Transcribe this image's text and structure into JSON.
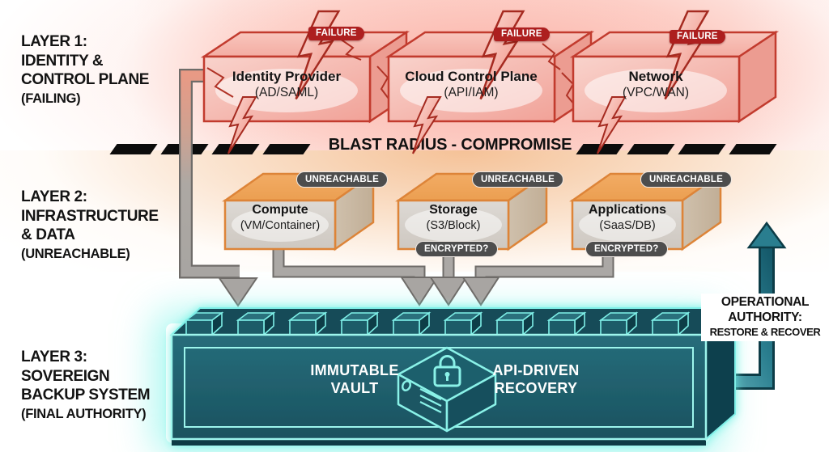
{
  "layers": [
    {
      "lines": [
        "LAYER 1:",
        "IDENTITY &",
        "CONTROL PLANE"
      ],
      "status": "(FAILING)"
    },
    {
      "lines": [
        "LAYER 2:",
        "INFRASTRUCTURE",
        "& DATA"
      ],
      "status": "(UNREACHABLE)"
    },
    {
      "lines": [
        "LAYER 3:",
        "SOVEREIGN",
        "BACKUP SYSTEM"
      ],
      "status": "(FINAL AUTHORITY)"
    }
  ],
  "layer1_boxes": [
    {
      "title": "Identity Provider",
      "subtitle": "(AD/SAML)",
      "badge": "FAILURE"
    },
    {
      "title": "Cloud Control Plane",
      "subtitle": "(API/IAM)",
      "badge": "FAILURE"
    },
    {
      "title": "Network",
      "subtitle": "(VPC/WAN)",
      "badge": "FAILURE"
    }
  ],
  "blast_line": {
    "label": "BLAST RADIUS - COMPROMISE"
  },
  "layer2_boxes": [
    {
      "title": "Compute",
      "subtitle": "(VM/Container)",
      "badge": "UNREACHABLE"
    },
    {
      "title": "Storage",
      "subtitle": "(S3/Block)",
      "badge": "UNREACHABLE",
      "encrypted_badge": "ENCRYPTED?"
    },
    {
      "title": "Applications",
      "subtitle": "(SaaS/DB)",
      "badge": "UNREACHABLE",
      "encrypted_badge": "ENCRYPTED?"
    }
  ],
  "vault": {
    "left_label": {
      "lines": [
        "IMMUTABLE",
        "VAULT"
      ]
    },
    "right_label": {
      "lines": [
        "API-DRIVEN",
        "RECOVERY"
      ]
    },
    "icon": "safe-with-padlock-icon"
  },
  "operational_authority": {
    "title": "OPERATIONAL AUTHORITY:",
    "subtitle": "RESTORE & RECOVER"
  },
  "icons": {
    "layer1_failure": "lightning-bolt-icon",
    "vault_center": "safe-with-padlock-icon"
  },
  "colors": {
    "failure_badge_red": "#ad1f1f",
    "status_badge_gray": "#4d4d4d",
    "box_red_stroke": "#c23b2e",
    "box_orange_stroke": "#dd8438",
    "vault_teal_face": "#1e5f6c",
    "glow_cyan": "#7ff0e8",
    "arrow_gray": "#a8a5a2",
    "arrow_teal_dark": "#0c3c47",
    "blast_line_black": "#0c0c0c"
  }
}
